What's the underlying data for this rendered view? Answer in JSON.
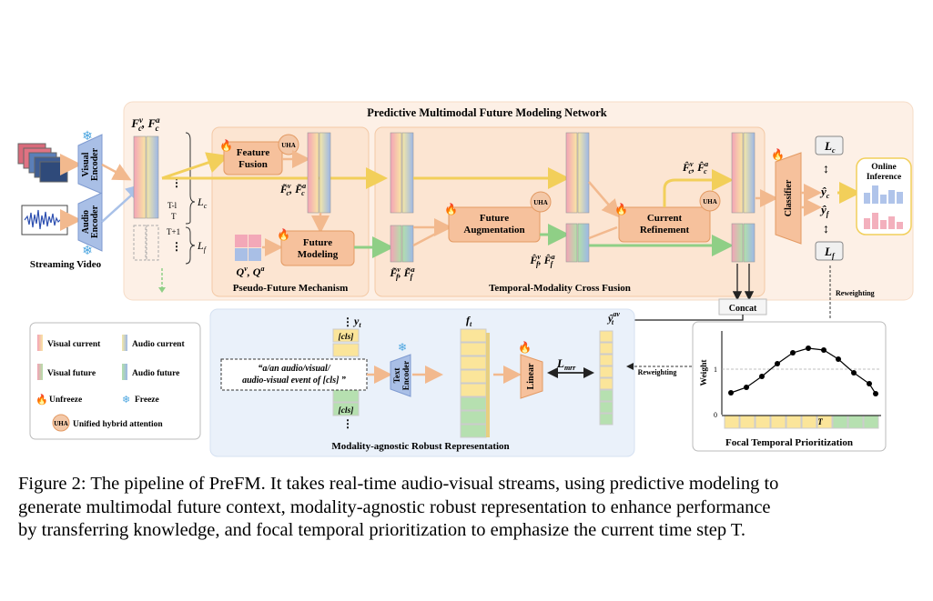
{
  "network_title": "Predictive Multimodal Future Modeling Network",
  "encoders": {
    "visual": [
      "Visual",
      "Encoder"
    ],
    "audio": [
      "Audio",
      "Encoder"
    ]
  },
  "streaming_video_label": "Streaming Video",
  "current_feature_label": "F^v_c, F^a_c",
  "time_marks": {
    "t_minus": "T-l",
    "t": "T",
    "t_plus": "T+1"
  },
  "loss_current_brace": "L_c",
  "loss_future_brace": "L_f",
  "pseudo_future": {
    "title": "Pseudo-Future Mechanism",
    "feature_fusion": [
      "Feature",
      "Fusion"
    ],
    "future_modeling": [
      "Future",
      "Modeling"
    ],
    "fused_label": "F~^v_c, F~^a_c",
    "query_label": "Q^v, Q^a"
  },
  "uha_badge": "UHA",
  "cross_fusion": {
    "title": "Temporal-Modality Cross Fusion",
    "future_augmentation": [
      "Future",
      "Augmentation"
    ],
    "current_refinement": [
      "Current",
      "Refinement"
    ],
    "future_in_label": "F~^v_f, F~^a_f",
    "future_out_label": "F^v_f, F^a_f",
    "current_out_label": "F^v_c, F^a_c"
  },
  "classifier_label": "Classifier",
  "outputs": {
    "loss_c": "L_c",
    "y_c": "y_c",
    "y_f": "y_f",
    "loss_f": "L_f"
  },
  "online_inference": [
    "Online",
    "Inference"
  ],
  "reweighting_top": "Reweighting",
  "concat_label": "Concat",
  "legend": {
    "visual_current": "Visual current",
    "audio_current": "Audio current",
    "visual_future": "Visual future",
    "audio_future": "Audio future",
    "unfreeze": "Unfreeze",
    "freeze": "Freeze",
    "uha": "Unified hybrid attention"
  },
  "mrr": {
    "title": "Modality-agnostic Robust Representation",
    "y_t": "y_t",
    "f_t": "f_t",
    "cls": "[cls]",
    "prompt": [
      "“a/an audio/visual/",
      "audio-visual event of [cls] ”"
    ],
    "text_encoder": [
      "Text",
      "Encoder"
    ],
    "linear": "Linear",
    "loss_mrr": "L_mrr",
    "y_hat_av": "y^av_t",
    "reweighting": "Reweighting"
  },
  "focal": {
    "title": "Focal Temporal Prioritization",
    "ylabel": "Weight",
    "tick_one": "1",
    "tick_zero": "0",
    "t_marker": "T"
  },
  "caption": [
    "Figure 2: The pipeline of PreFM. It takes real-time audio-visual streams, using predictive modeling to",
    "generate multimodal future context, modality-agnostic robust representation to enhance performance",
    "by transferring knowledge, and focal temporal prioritization to emphasize the current time step T."
  ],
  "colors": {
    "orange": "#f6c19c",
    "orange_stroke": "#e39a63",
    "panel_bg": "#fdf0e6",
    "blue_bg": "#eaf1fa",
    "pink": "#f3a8b8",
    "yellow": "#fbe59a",
    "blue": "#a9bfe6",
    "green": "#b6e0b0",
    "flame": "#f07f1f",
    "snow": "#4aa5e0"
  }
}
